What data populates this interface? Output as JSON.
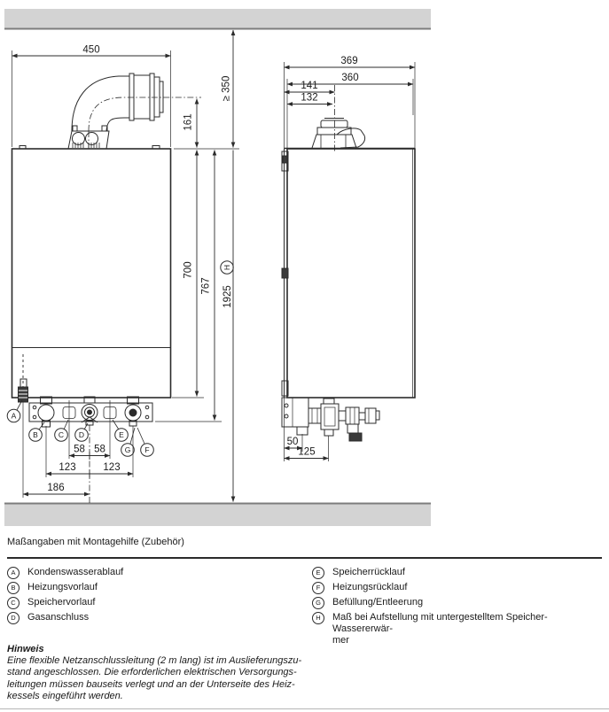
{
  "colors": {
    "line": "#2b2b2b",
    "hatch_fill": "#d3d3d3",
    "hatch_edge": "#7c7c7c",
    "text": "#1a1a1a"
  },
  "diagram": {
    "caption": "Maßangaben mit Montagehilfe (Zubehör)",
    "front_view": {
      "width_top": "450",
      "clearance_ceiling": "≥ 350",
      "flue_outlet_height": "161",
      "body_height": "700",
      "overall_height": "767",
      "height_with_cylinder": "1925",
      "height_with_cylinder_ref": "H",
      "conn_spacing_left": "58",
      "conn_spacing_right": "58",
      "pitch_left": "123",
      "pitch_right": "123",
      "condensate_offset": "186",
      "markers": {
        "a": "A",
        "b": "B",
        "c": "C",
        "d": "D",
        "e": "E",
        "f": "F",
        "g": "G"
      }
    },
    "side_view": {
      "depth_overall": "369",
      "depth_body": "360",
      "flue_center_overall": "141",
      "flue_center_body": "132",
      "conn_depth": "50",
      "valve_depth": "125"
    }
  },
  "legend": {
    "col1": [
      {
        "key": "A",
        "label": "Kondenswasserablauf"
      },
      {
        "key": "B",
        "label": "Heizungsvorlauf"
      },
      {
        "key": "C",
        "label": "Speichervorlauf"
      },
      {
        "key": "D",
        "label": "Gasanschluss"
      }
    ],
    "col2": [
      {
        "key": "E",
        "label": "Speicherrücklauf"
      },
      {
        "key": "F",
        "label": "Heizungsrücklauf"
      },
      {
        "key": "G",
        "label": "Befüllung/Entleerung"
      },
      {
        "key": "H",
        "label": "Maß bei Aufstellung mit untergestelltem Speicher-Wassererwär-",
        "label2": "mer"
      }
    ]
  },
  "note": {
    "title": "Hinweis",
    "lines": [
      "Eine flexible Netzanschlussleitung (2 m lang) ist im Auslieferungszu-",
      "stand angeschlossen. Die erforderlichen elektrischen Versorgungs-",
      "leitungen müssen bauseits verlegt und an der Unterseite des Heiz-",
      "kessels eingeführt werden."
    ]
  }
}
